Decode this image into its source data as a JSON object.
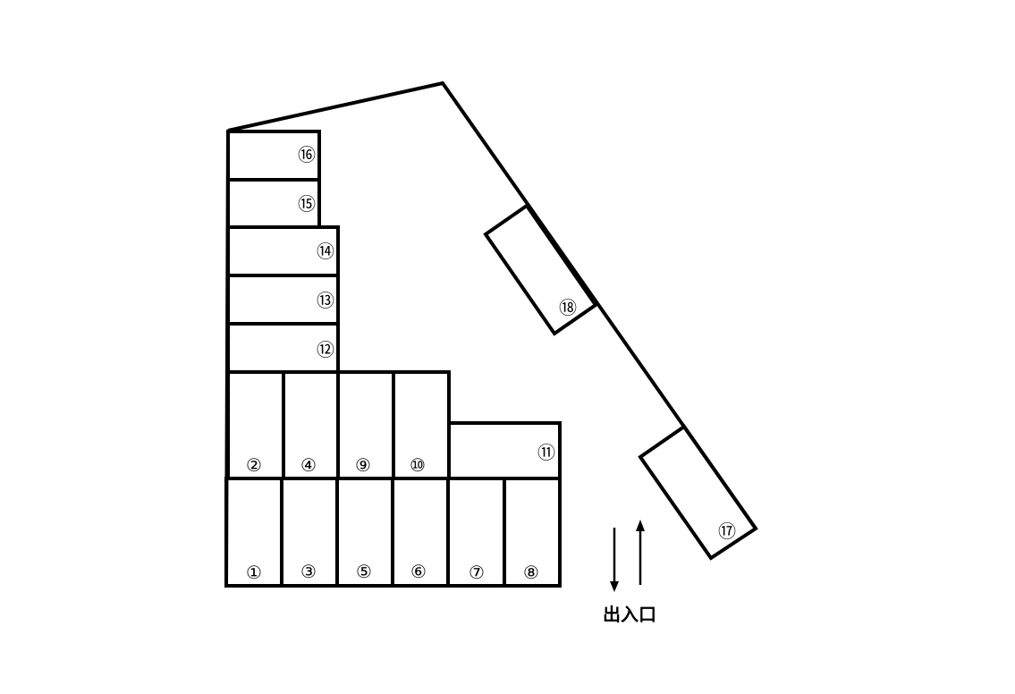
{
  "lot": {
    "entrance_label": "出入口",
    "colors": {
      "line": "#000000",
      "background": "#ffffff"
    },
    "spaces": [
      {
        "id": "1",
        "label": "①"
      },
      {
        "id": "2",
        "label": "②"
      },
      {
        "id": "3",
        "label": "③"
      },
      {
        "id": "4",
        "label": "④"
      },
      {
        "id": "5",
        "label": "⑤"
      },
      {
        "id": "6",
        "label": "⑥"
      },
      {
        "id": "7",
        "label": "⑦"
      },
      {
        "id": "8",
        "label": "⑧"
      },
      {
        "id": "9",
        "label": "⑨"
      },
      {
        "id": "10",
        "label": "⑩"
      },
      {
        "id": "11",
        "label": "⑪"
      },
      {
        "id": "12",
        "label": "⑫"
      },
      {
        "id": "13",
        "label": "⑬"
      },
      {
        "id": "14",
        "label": "⑭"
      },
      {
        "id": "15",
        "label": "⑮"
      },
      {
        "id": "16",
        "label": "⑯"
      },
      {
        "id": "17",
        "label": "⑰"
      },
      {
        "id": "18",
        "label": "⑱"
      }
    ]
  }
}
